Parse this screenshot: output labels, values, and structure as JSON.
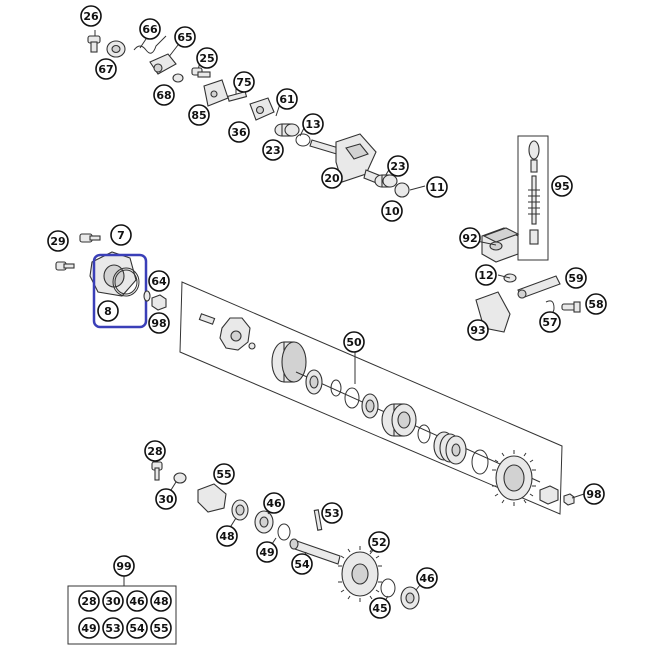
{
  "diagram": {
    "highlight_color": "#3a3fb8",
    "callouts": [
      {
        "id": "c26a",
        "label": "26"
      },
      {
        "id": "c66",
        "label": "66"
      },
      {
        "id": "c65",
        "label": "65"
      },
      {
        "id": "c67",
        "label": "67"
      },
      {
        "id": "c25a",
        "label": "25"
      },
      {
        "id": "c68",
        "label": "68"
      },
      {
        "id": "c75",
        "label": "75"
      },
      {
        "id": "c85",
        "label": "85"
      },
      {
        "id": "c61",
        "label": "61"
      },
      {
        "id": "c36",
        "label": "36"
      },
      {
        "id": "c13",
        "label": "13"
      },
      {
        "id": "c23a",
        "label": "23"
      },
      {
        "id": "c20",
        "label": "20"
      },
      {
        "id": "c23b",
        "label": "23"
      },
      {
        "id": "c11",
        "label": "11"
      },
      {
        "id": "c10",
        "label": "10"
      },
      {
        "id": "c95",
        "label": "95"
      },
      {
        "id": "c92",
        "label": "92"
      },
      {
        "id": "c12",
        "label": "12"
      },
      {
        "id": "c59",
        "label": "59"
      },
      {
        "id": "c58",
        "label": "58"
      },
      {
        "id": "c93",
        "label": "93"
      },
      {
        "id": "c57",
        "label": "57"
      },
      {
        "id": "c29",
        "label": "29"
      },
      {
        "id": "c7",
        "label": "7"
      },
      {
        "id": "c8",
        "label": "8"
      },
      {
        "id": "c64",
        "label": "64"
      },
      {
        "id": "c98a",
        "label": "98"
      },
      {
        "id": "c50",
        "label": "50"
      },
      {
        "id": "c28",
        "label": "28"
      },
      {
        "id": "c55",
        "label": "55"
      },
      {
        "id": "c30",
        "label": "30"
      },
      {
        "id": "c46a",
        "label": "46"
      },
      {
        "id": "c53",
        "label": "53"
      },
      {
        "id": "c48",
        "label": "48"
      },
      {
        "id": "c49",
        "label": "49"
      },
      {
        "id": "c54",
        "label": "54"
      },
      {
        "id": "c52",
        "label": "52"
      },
      {
        "id": "c46b",
        "label": "46"
      },
      {
        "id": "c45",
        "label": "45"
      },
      {
        "id": "c98b",
        "label": "98"
      },
      {
        "id": "c99",
        "label": "99"
      },
      {
        "id": "k28",
        "label": "28"
      },
      {
        "id": "k30",
        "label": "30"
      },
      {
        "id": "k46",
        "label": "46"
      },
      {
        "id": "k48",
        "label": "48"
      },
      {
        "id": "k49",
        "label": "49"
      },
      {
        "id": "k53",
        "label": "53"
      },
      {
        "id": "k54",
        "label": "54"
      },
      {
        "id": "k55",
        "label": "55"
      }
    ]
  }
}
